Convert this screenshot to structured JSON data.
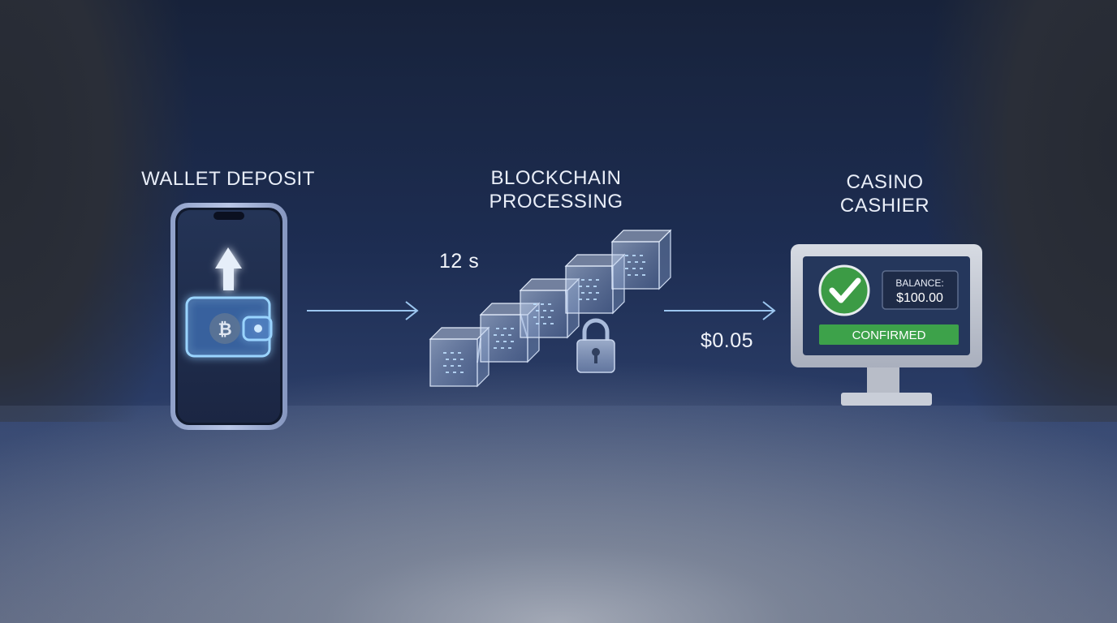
{
  "steps": {
    "wallet": {
      "title": "WALLET DEPOSIT"
    },
    "blockchain": {
      "title_line1": "BLOCKCHAIN",
      "title_line2": "PROCESSING",
      "time": "12 s"
    },
    "cashier": {
      "title_line1": "CASINO",
      "title_line2": "CASHIER",
      "balance_label": "BALANCE:",
      "balance_value": "$100.00",
      "status": "CONFIRMED"
    }
  },
  "fee": "$0.05",
  "icons": [
    "phone-icon",
    "upload-arrow-icon",
    "wallet-icon",
    "bitcoin-icon",
    "arrow-right-icon",
    "blockchain-cube-icon",
    "padlock-icon",
    "monitor-icon",
    "checkmark-icon"
  ],
  "colors": {
    "glow": "#7fc4ff",
    "confirmed": "#3da24a",
    "check": "#3c9b45"
  }
}
